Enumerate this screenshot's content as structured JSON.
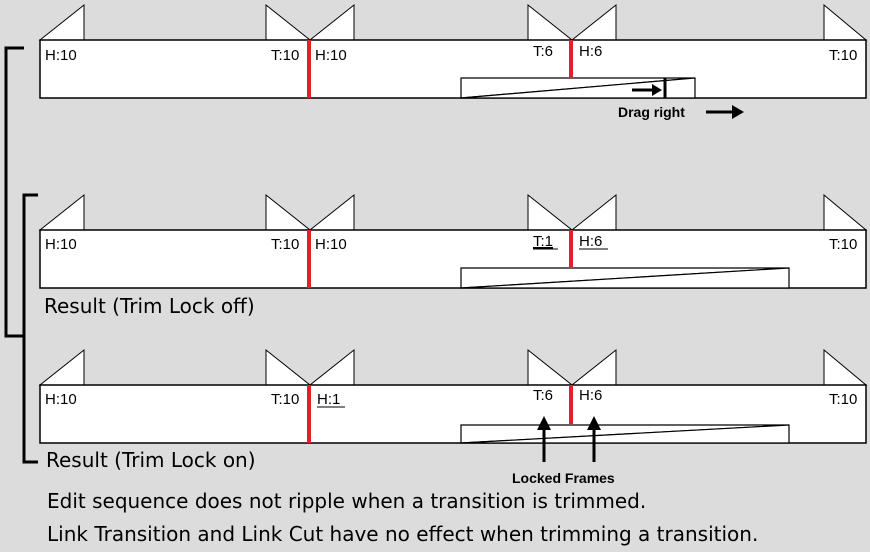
{
  "rows": [
    {
      "labels": {
        "h_start": "H:10",
        "t_mid": "T:10",
        "h_mid": "H:10",
        "t_cut2": "T:6",
        "h_cut2": "H:6",
        "t_end": "T:10"
      },
      "drag_label": "Drag right",
      "caption": ""
    },
    {
      "labels": {
        "h_start": "H:10",
        "t_mid": "T:10",
        "h_mid": "H:10",
        "t_cut2": "T:1",
        "h_cut2": "H:6",
        "t_end": "T:10"
      },
      "caption": "Result (Trim Lock off)"
    },
    {
      "labels": {
        "h_start": "H:10",
        "t_mid": "T:10",
        "h_mid": "H:1",
        "t_cut2": "T:6",
        "h_cut2": "H:6",
        "t_end": "T:10"
      },
      "locked_label": "Locked Frames",
      "caption": "Result (Trim Lock on)"
    }
  ],
  "notes": [
    "Edit sequence does not ripple when a transition is trimmed.",
    "Link Transition and Link Cut have no effect when trimming a transition."
  ],
  "colors": {
    "background": "#dcdcdc",
    "cut_line": "#e0202a",
    "clip_fill": "#ffffff",
    "stroke": "#000000"
  }
}
